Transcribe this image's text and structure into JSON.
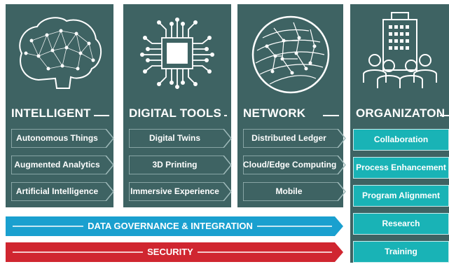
{
  "panels": [
    {
      "title": "INTELLIGENT",
      "icon": "brain-icon",
      "items": [
        "Autonomous Things",
        "Augmented Analytics",
        "Artificial Intelligence"
      ]
    },
    {
      "title": "DIGITAL TOOLS",
      "icon": "chip-icon",
      "items": [
        "Digital Twins",
        "3D Printing",
        "Immersive Experience"
      ]
    },
    {
      "title": "NETWORK",
      "icon": "globe-circuit-icon",
      "items": [
        "Distributed Ledger",
        "Cloud/Edge Computing",
        "Mobile"
      ]
    },
    {
      "title": "ORGANIZATON",
      "icon": "building-people-icon",
      "items": [
        "Collaboration",
        "Process Enhancement",
        "Program Alignment",
        "Research",
        "Training"
      ]
    }
  ],
  "banners": {
    "governance": "DATA GOVERNANCE & INTEGRATION",
    "security": "SECURITY"
  },
  "colors": {
    "panel": "#3e6363",
    "org_item": "#19b3b6",
    "governance": "#1aa0cf",
    "security": "#d02630"
  }
}
